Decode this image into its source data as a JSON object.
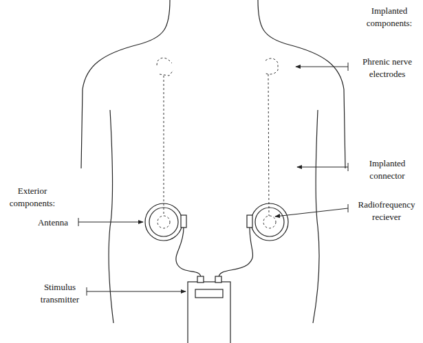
{
  "diagram": {
    "labels": [
      "Implanted components:",
      "Phrenic nerve electrodes",
      "Implanted connector",
      "Radiofrequency reciever",
      "Exterior components:",
      "Antenna",
      "Stimulus transmitter"
    ]
  }
}
